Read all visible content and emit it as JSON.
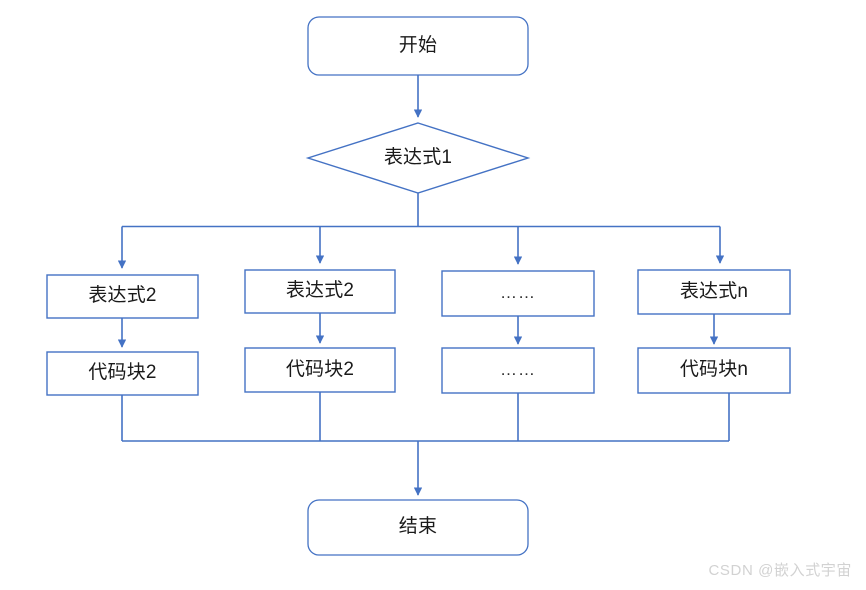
{
  "diagram": {
    "type": "flowchart",
    "title": "switch-case flowchart",
    "colors": {
      "stroke": "#4472c4",
      "fill": "#ffffff",
      "text": "#1a1a1a",
      "background": "#ffffff",
      "watermark": "#d2d2d2"
    },
    "nodes": {
      "start": {
        "label": "开始",
        "shape": "rounded-rectangle"
      },
      "condition": {
        "label": "表达式1",
        "shape": "diamond"
      },
      "end": {
        "label": "结束",
        "shape": "rounded-rectangle"
      },
      "branches": [
        {
          "expression": "表达式2",
          "code": "代码块2"
        },
        {
          "expression": "表达式2",
          "code": "代码块2"
        },
        {
          "expression": "……",
          "code": "……"
        },
        {
          "expression": "表达式n",
          "code": "代码块n"
        }
      ]
    }
  },
  "watermark": {
    "text": "CSDN @嵌入式宇宙"
  }
}
